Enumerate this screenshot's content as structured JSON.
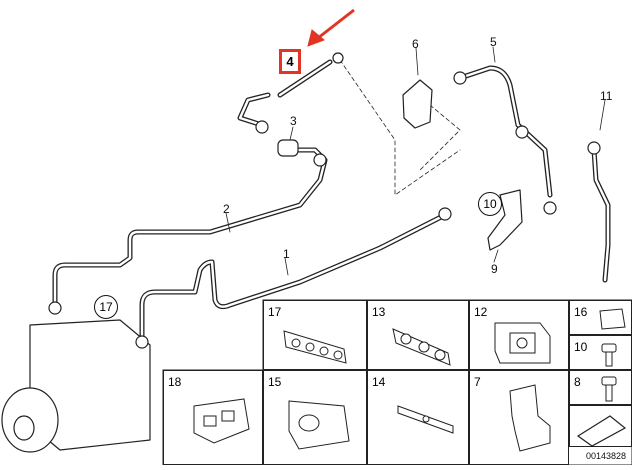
{
  "labels": {
    "p1": "1",
    "p2": "2",
    "p3": "3",
    "p4": "4",
    "p5": "5",
    "p6": "6",
    "p9": "9",
    "p10": "10",
    "p11": "11",
    "p17": "17"
  },
  "grid": {
    "c17": "17",
    "c13": "13",
    "c12": "12",
    "c16": "16",
    "c10": "10",
    "c18": "18",
    "c15": "15",
    "c14": "14",
    "c7": "7",
    "c8": "8"
  },
  "doc_number": "00143828",
  "colors": {
    "highlight": "#e23424",
    "line": "#222222"
  }
}
